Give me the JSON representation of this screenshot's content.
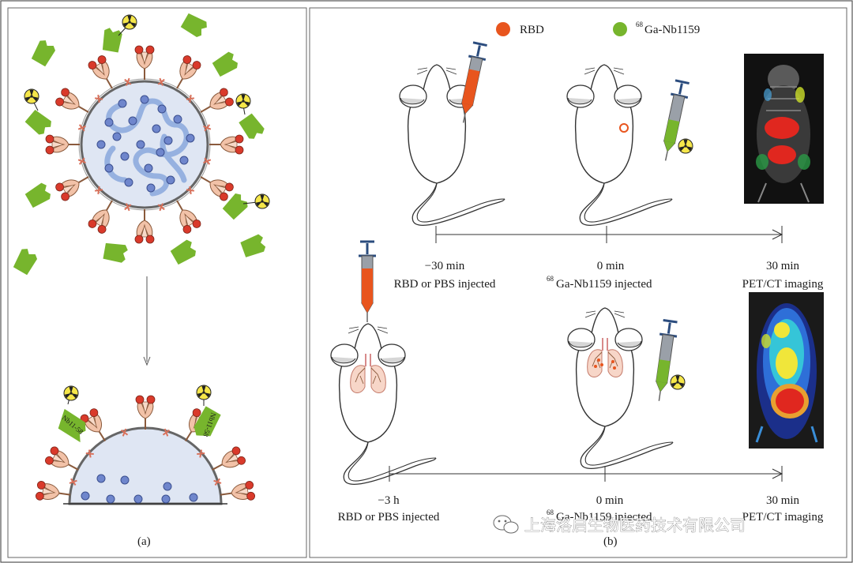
{
  "legend": {
    "rbd": "RBD",
    "ga_prefix": "68",
    "ga_label": "Ga-Nb1159"
  },
  "panel_a": {
    "caption": "(a)",
    "nb_left": "Nb11-58",
    "nb_right": "Nb11-58"
  },
  "panel_b": {
    "caption": "(b)",
    "timeline1": [
      {
        "time": "−30 min",
        "desc": "RBD or PBS injected"
      },
      {
        "time": "0 min",
        "desc_prefix": "68",
        "desc": "Ga-Nb1159 injected"
      },
      {
        "time": "30 min",
        "desc": "PET/CT imaging"
      }
    ],
    "timeline2": [
      {
        "time": "−3 h",
        "desc": "RBD or PBS injected"
      },
      {
        "time": "0 min",
        "desc_prefix": "68",
        "desc": "Ga-Nb1159 injected"
      },
      {
        "time": "30 min",
        "desc": "PET/CT imaging"
      }
    ]
  },
  "watermark": "上海洛启生物医药技术有限公司",
  "colors": {
    "nanobody": "#77b52d",
    "rbd": "#e8551e",
    "spike": "#f2c2a8",
    "particle": "#6f86cc"
  }
}
